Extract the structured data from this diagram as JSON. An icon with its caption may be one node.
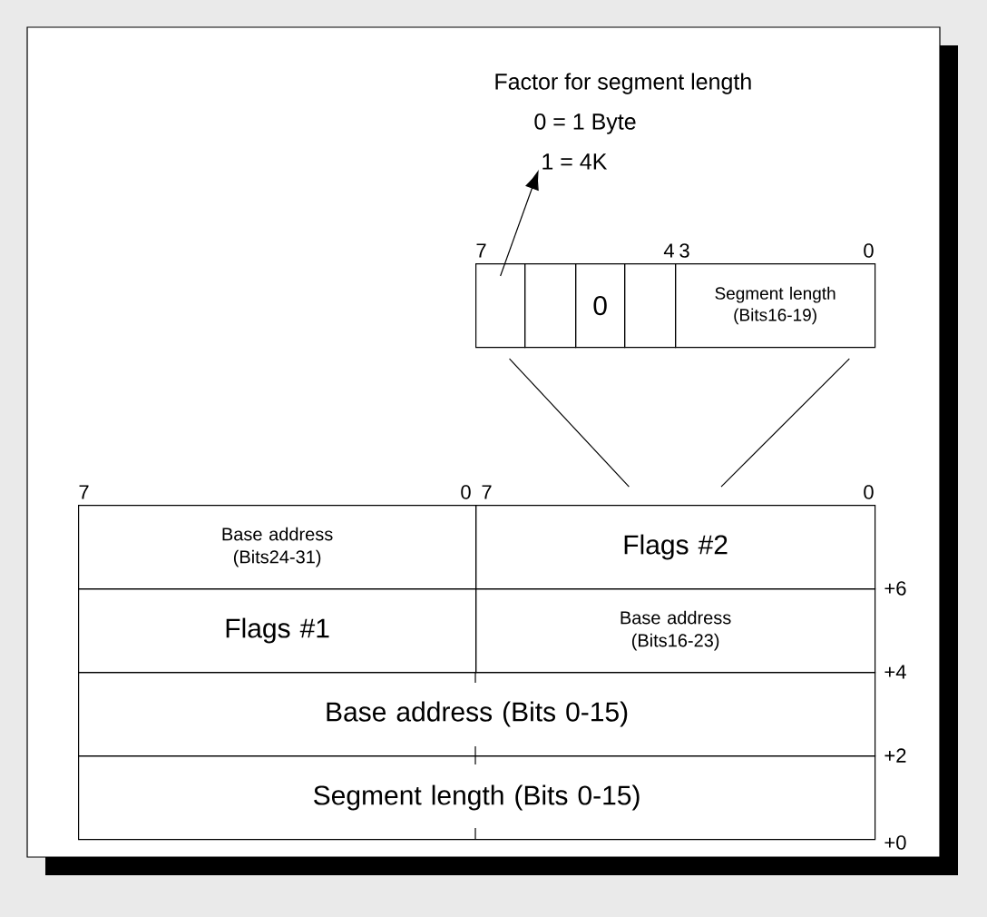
{
  "diagram": {
    "nodes": [
      {
        "text": [
          "Factor for segment length",
          "0 = 1 Byte",
          "1 = 4K"
        ]
      },
      {
        "text": [],
        "shape": "box"
      },
      {
        "text": [],
        "shape": "box"
      },
      {
        "text": [
          "0"
        ]
      },
      {
        "text": [],
        "shape": "box"
      },
      {
        "text": [
          "Segment length (Bits16-19)"
        ]
      },
      {
        "text": [
          "Base address (Bits24-31)"
        ]
      },
      {
        "text": [
          "Flags #2"
        ]
      },
      {
        "text": [
          "Flags #1"
        ]
      },
      {
        "text": [
          "Base address (Bits16-23)"
        ]
      },
      {
        "text": [
          "Base address (Bits 0-15)"
        ]
      },
      {
        "text": [
          "Segment length (Bits 0-15)"
        ]
      }
    ],
    "edges": [
      {
        "from": 1,
        "to": 0,
        "arrow": "to"
      },
      {
        "from": 1,
        "to": 7,
        "arrow": "none"
      },
      {
        "from": 5,
        "to": 7,
        "arrow": "none"
      }
    ],
    "labels": [
      "7",
      "4",
      "3",
      "0",
      "7",
      "0",
      "7",
      "0",
      "+6",
      "+4",
      "+2",
      "+0"
    ]
  }
}
